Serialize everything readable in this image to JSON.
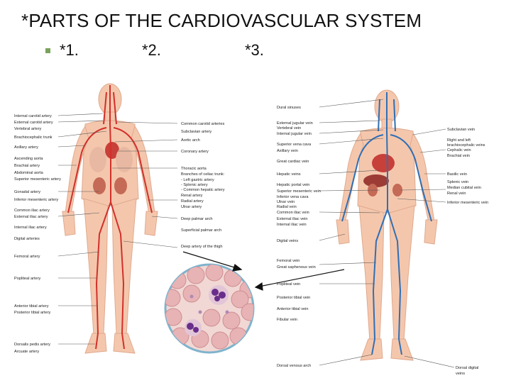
{
  "title": "*PARTS OF THE CARDIOVASCULAR SYSTEM",
  "bullets": [
    "*1.",
    "*2.",
    "*3."
  ],
  "colors": {
    "artery": "#d2302a",
    "vein": "#2f6fb5",
    "skin": "#f6c8b0",
    "bone": "#efe6cf",
    "label": "#222222"
  },
  "left_labels": [
    "Internal carotid artery",
    "External carotid artery",
    "Vertebral artery",
    "Brachiocephalic trunk",
    "Axillary artery",
    "Ascending aorta",
    "Brachial artery",
    "Abdominal aorta",
    "Superior mesenteric artery",
    "Gonadal artery",
    "Inferior mesenteric artery",
    "Common iliac artery",
    "External iliac artery",
    "Internal iliac artery",
    "Digital arteries",
    "Femoral artery",
    "Popliteal artery",
    "Anterior tibial artery",
    "Posterior tibial artery",
    "Dorsalis pedis artery",
    "Arcuate artery"
  ],
  "mid_labels": [
    "Common carotid arteries",
    "Subclavian artery",
    "Aortic arch",
    "Coronary artery",
    "Thoracic aorta",
    "Branches of celiac trunk:",
    "- Left gastric artery",
    "- Splenic artery",
    "- Common hepatic artery",
    "Renal artery",
    "Radial artery",
    "Ulnar artery",
    "Deep palmar arch",
    "Superficial palmar arch",
    "Deep artery of the thigh"
  ],
  "vein_left_labels": [
    "Dural sinuses",
    "External jugular vein",
    "Vertebral vein",
    "Internal jugular vein",
    "Superior vena cava",
    "Axillary vein",
    "Great cardiac vein",
    "Hepatic veins",
    "Hepatic portal vein",
    "Superior mesenteric vein",
    "Inferior vena cava",
    "Ulnar vein",
    "Radial vein",
    "Common iliac vein",
    "External iliac vein",
    "Internal iliac vein",
    "Digital veins",
    "Femoral vein",
    "Great saphenous vein",
    "Popliteal vein",
    "Posterior tibial vein",
    "Anterior tibial vein",
    "Fibular vein",
    "Dorsal venous arch"
  ],
  "vein_right_labels": [
    "Subclavian vein",
    "Right and left",
    "brachiocephalic veins",
    "Cephalic vein",
    "Brachial vein",
    "Basilic vein",
    "Splenic vein",
    "Median cubital vein",
    "Renal vein",
    "Inferior mesenteric vein",
    "Dorsal digital",
    "veins"
  ]
}
